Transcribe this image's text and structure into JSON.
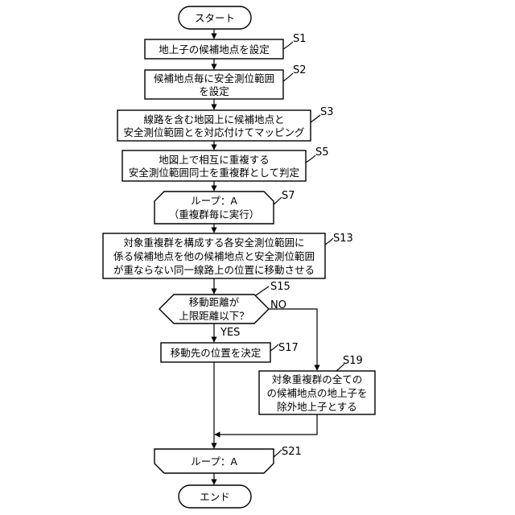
{
  "flowchart": {
    "start": "スタート",
    "end": "エンド",
    "steps": [
      {
        "id": "S1",
        "lines": [
          "地上子の候補地点を設定"
        ]
      },
      {
        "id": "S2",
        "lines": [
          "候補地点毎に安全測位範囲",
          "を設定"
        ]
      },
      {
        "id": "S3",
        "lines": [
          "線路を含む地図上に候補地点と",
          "安全測位範囲とを対応付けてマッピング"
        ]
      },
      {
        "id": "S5",
        "lines": [
          "地図上で相互に重複する",
          "安全測位範囲同士を重複群として判定"
        ]
      },
      {
        "id": "S7",
        "lines": [
          "ループ：A",
          "（重複群毎に実行）"
        ]
      },
      {
        "id": "S13",
        "lines": [
          "対象重複群を構成する各安全測位範囲に",
          "係る候補地点を他の候補地点と安全測位範囲",
          "が重ならない同一線路上の位置に移動させる"
        ]
      },
      {
        "id": "S15",
        "lines": [
          "移動距離が",
          "上限距離以下？"
        ]
      },
      {
        "id": "S17",
        "lines": [
          "移動先の位置を決定"
        ]
      },
      {
        "id": "S19",
        "lines": [
          "対象重複群の全ての",
          "の候補地点の地上子を",
          "除外地上子とする"
        ]
      },
      {
        "id": "S21",
        "lines": [
          "ループ：A"
        ]
      }
    ],
    "branch_yes": "YES",
    "branch_no": "NO"
  }
}
